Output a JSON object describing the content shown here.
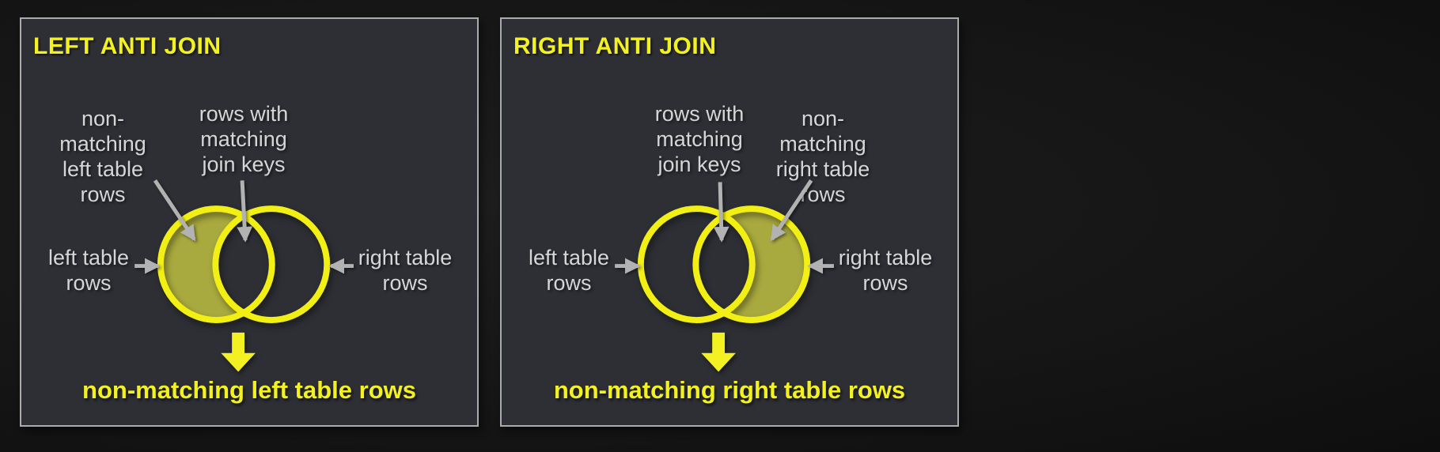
{
  "colors": {
    "page-bg": "#171717",
    "panel-bg": "#2d2f35",
    "panel-border": "#a9abad",
    "accent-yellow": "#f4f122",
    "circle-yellow": "#f2ef14",
    "olive-fill": "#a8a93e",
    "label-gray": "#d6d6d6",
    "arrow-gray": "#b2b2b2"
  },
  "panels": [
    {
      "title": "LEFT ANTI JOIN",
      "filled_side": "left",
      "highlighted_region": "left circle excluding intersection",
      "labels": {
        "non_matching": {
          "lines": [
            "non-",
            "matching",
            "left table",
            "rows"
          ]
        },
        "matching": {
          "lines": [
            "rows with",
            "matching",
            "join keys"
          ]
        },
        "left_table": {
          "lines": [
            "left table",
            "rows"
          ]
        },
        "right_table": {
          "lines": [
            "right table",
            "rows"
          ]
        }
      },
      "result_text": "non-matching left table rows"
    },
    {
      "title": "RIGHT ANTI JOIN",
      "filled_side": "right",
      "highlighted_region": "right circle excluding intersection",
      "labels": {
        "matching": {
          "lines": [
            "rows with",
            "matching",
            "join keys"
          ]
        },
        "non_matching": {
          "lines": [
            "non-",
            "matching",
            "right table",
            "rows"
          ]
        },
        "left_table": {
          "lines": [
            "left table",
            "rows"
          ]
        },
        "right_table": {
          "lines": [
            "right table",
            "rows"
          ]
        }
      },
      "result_text": "non-matching right table rows"
    }
  ]
}
